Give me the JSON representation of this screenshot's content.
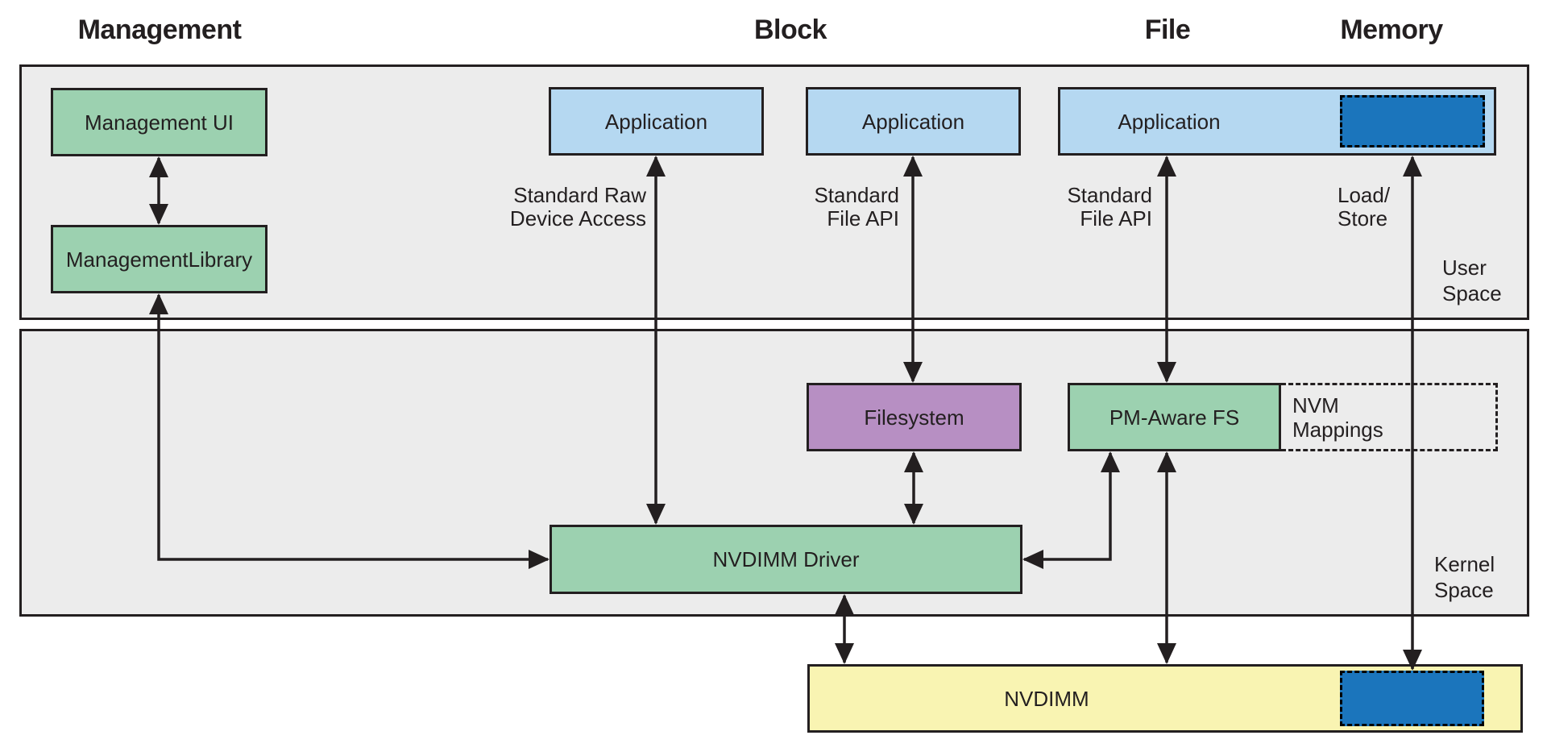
{
  "headers": {
    "management": "Management",
    "block": "Block",
    "file": "File",
    "memory": "Memory"
  },
  "regions": {
    "user_space": {
      "label_line1": "User",
      "label_line2": "Space"
    },
    "kernel_space": {
      "label_line1": "Kernel",
      "label_line2": "Space"
    }
  },
  "boxes": {
    "management_ui": {
      "label": "Management UI"
    },
    "management_library": {
      "line1": "Management",
      "line2": "Library"
    },
    "application_block_raw": {
      "label": "Application"
    },
    "application_block_fs": {
      "label": "Application"
    },
    "application_file_mem": {
      "label": "Application"
    },
    "filesystem": {
      "label": "Filesystem"
    },
    "pm_aware_fs": {
      "label": "PM-Aware FS"
    },
    "nvm_mappings": {
      "line1": "NVM",
      "line2": "Mappings"
    },
    "nvdimm_driver": {
      "label": "NVDIMM Driver"
    },
    "nvdimm": {
      "label": "NVDIMM"
    }
  },
  "annotations": {
    "standard_raw": {
      "line1": "Standard Raw",
      "line2": "Device Access"
    },
    "standard_file_api_1": {
      "line1": "Standard",
      "line2": "File API"
    },
    "standard_file_api_2": {
      "line1": "Standard",
      "line2": "File API"
    },
    "load_store": {
      "line1": "Load/",
      "line2": "Store"
    }
  },
  "colors": {
    "ink": "#231f20",
    "region": "#ececec",
    "green": "#9cd1b0",
    "blue-light": "#b5d8f1",
    "blue-dark": "#1b75bc",
    "purple": "#b78fc3",
    "yellow": "#f9f4b2",
    "canvas": "#ffffff"
  }
}
